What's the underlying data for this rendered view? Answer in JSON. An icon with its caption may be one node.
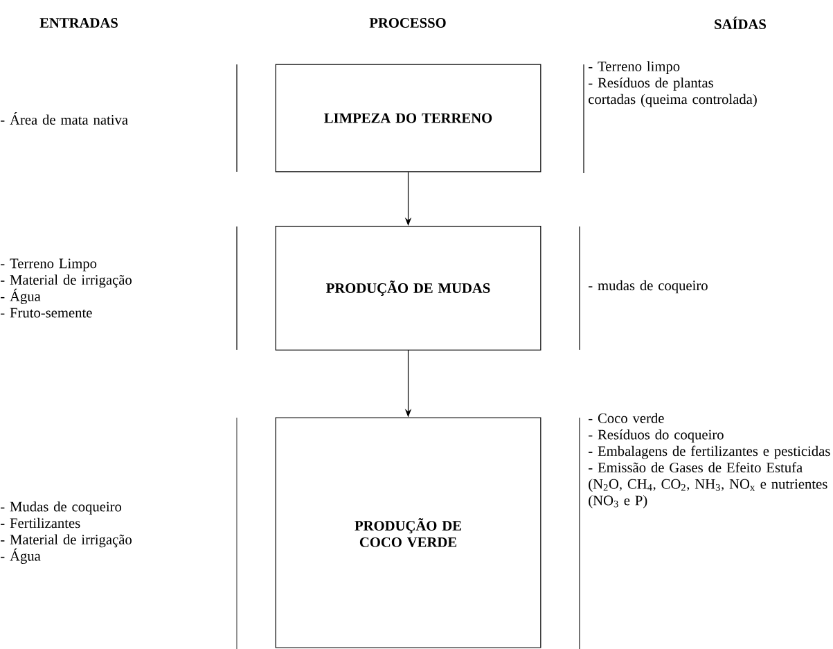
{
  "diagram": {
    "nodes": [
      {
        "text": [
          "LIMPEZA DO TERRENO"
        ]
      },
      {
        "text": [
          "PRODUÇÃO DE MUDAS"
        ]
      },
      {
        "text": [
          "PRODUÇÃO DE COCO VERDE"
        ]
      }
    ],
    "edges": [
      {
        "from": 0,
        "to": 1,
        "arrow": "to"
      },
      {
        "from": 1,
        "to": 2,
        "arrow": "to"
      }
    ],
    "labels": [
      "ENTRADAS",
      "PROCESSO",
      "SAÍDAS",
      "- Área de mata nativa",
      "- Terreno limpo",
      "- Resíduos de plantas cortadas (queima controlada)",
      "- Terreno Limpo",
      "- Material de irrigação",
      "- Água",
      "- Fruto-semente",
      "- mudas de coqueiro",
      "- Mudas de coqueiro",
      "- Fertilizantes",
      "- Material de irrigação",
      "- Água",
      "- Coco verde",
      "- Resíduos do coqueiro",
      "- Embalagens de fertilizantes e pesticidas",
      "- Emissão de Gases de Efeito Estufa (N$_{2}$O, CH$_{4}$, CO$_{2}$, NH$_{3}$, NO$_{x}$ e nutrientes (NO$_{3}$ e P)"
    ]
  }
}
